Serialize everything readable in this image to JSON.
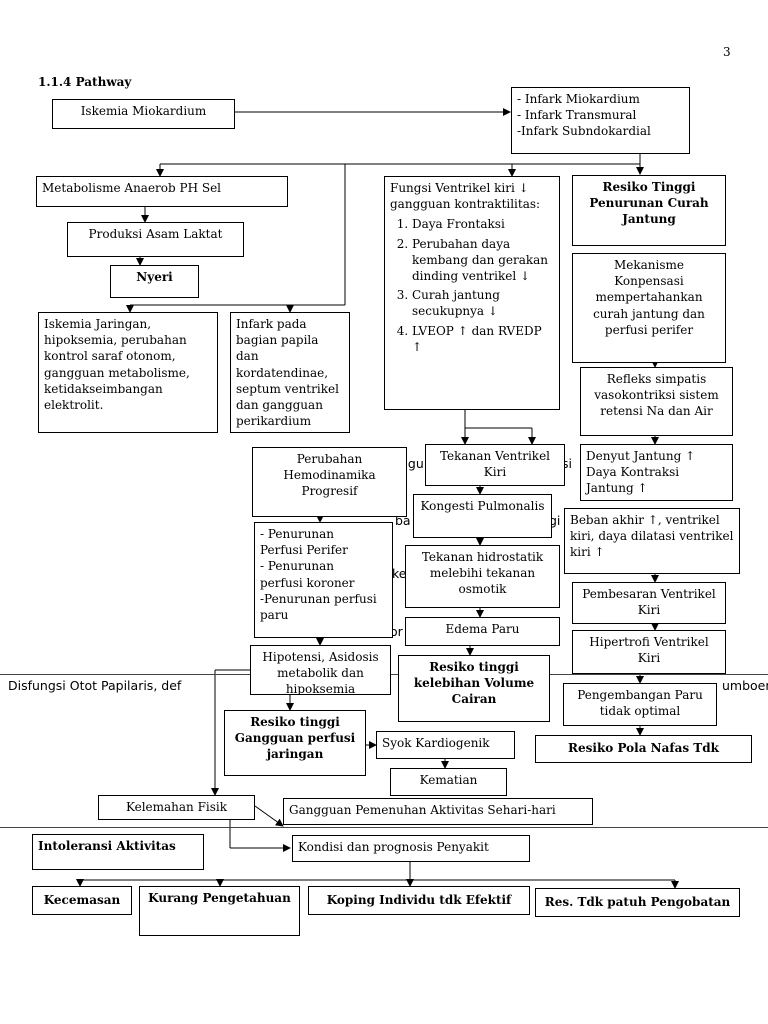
{
  "page": {
    "number": "3",
    "heading": "1.1.4 Pathway"
  },
  "stray_text": {
    "band_left": "Disfungsi Otot Papilaris, def",
    "band_right": "umboeml",
    "frag1": "ggu",
    "frag2": "si",
    "frag3": "ba",
    "frag4": "gi",
    "frag5": "ke",
    "frag6": "or"
  },
  "nodes": {
    "iskemia": "Iskemia Miokardium",
    "infark": "-    Infark Miokardium\n-    Infark Transmural\n-Infark Subndokardial",
    "metabolisme": "Metabolisme Anaerob        PH Sel",
    "asam_laktat": "Produksi Asam Laktat",
    "nyeri": "Nyeri",
    "fungsi_title": "Fungsi Ventrikel kiri ↓ gangguan kontraktilitas:",
    "fungsi_items": [
      "Daya Frontaksi",
      "Perubahan daya kembang dan gerakan dinding ventrikel ↓",
      "Curah jantung secukupnya ↓",
      "LVEOP ↑ dan RVEDP ↑"
    ],
    "resiko_curah": "Resiko Tinggi Penurunan Curah Jantung",
    "mekanisme": "Mekanisme Konpensasi mempertahankan curah jantung dan perfusi perifer",
    "iskemia_jaringan": "Iskemia Jaringan, hipoksemia, perubahan kontrol saraf otonom, gangguan metabolisme, ketidakseimbangan elektrolit.",
    "infark_papila": "Infark pada bagian papila dan kordatendinae, septum ventrikel dan gangguan perikardium",
    "refleks": "Refleks simpatis vasokontriksi sistem retensi Na dan Air",
    "perubahan_hemo": "Perubahan Hemodinamika Progresif",
    "tekanan_vk": "Tekanan Ventrikel Kiri",
    "denyut": "Denyut Jantung ↑\nDaya Kontraksi Jantung ↑",
    "kongesti": "Kongesti Pulmonalis",
    "beban": "Beban akhir ↑, ventrikel kiri, daya dilatasi ventrikel kiri ↑",
    "penurunan_perfusi": "-    Penurunan\n     Perfusi Perifer\n-    Penurunan\n     perfusi koroner\n-Penurunan perfusi\n  paru",
    "hidrostatik": "Tekanan hidrostatik melebihi tekanan osmotik",
    "pembesaran": "Pembesaran Ventrikel Kiri",
    "edema": "Edema Paru",
    "hipertrofi": "Hipertrofi Ventrikel Kiri",
    "hipotensi": "Hipotensi, Asidosis metabolik dan hipoksemia",
    "resiko_cairan": "Resiko tinggi kelebihan Volume Cairan",
    "pengembangan": "Pengembangan Paru tidak optimal",
    "resiko_perfusi": "Resiko tinggi Gangguan perfusi jaringan",
    "syok": "Syok Kardiogenik",
    "resiko_nafas": "Resiko Pola Nafas Tdk",
    "kematian": "Kematian",
    "kelemahan": "Kelemahan Fisik",
    "gangguan_aktivitas": "Gangguan Pemenuhan Aktivitas Sehari-hari",
    "intoleransi": "Intoleransi Aktivitas",
    "kondisi": "Kondisi dan prognosis Penyakit",
    "kecemasan": "Kecemasan",
    "kurang_pengetahuan": "Kurang Pengetahuan",
    "koping": "Koping Individu tdk Efektif",
    "res_tdk_patuh": "Res. Tdk patuh Pengobatan"
  },
  "colors": {
    "line": "#000000",
    "separator": "#444444"
  }
}
